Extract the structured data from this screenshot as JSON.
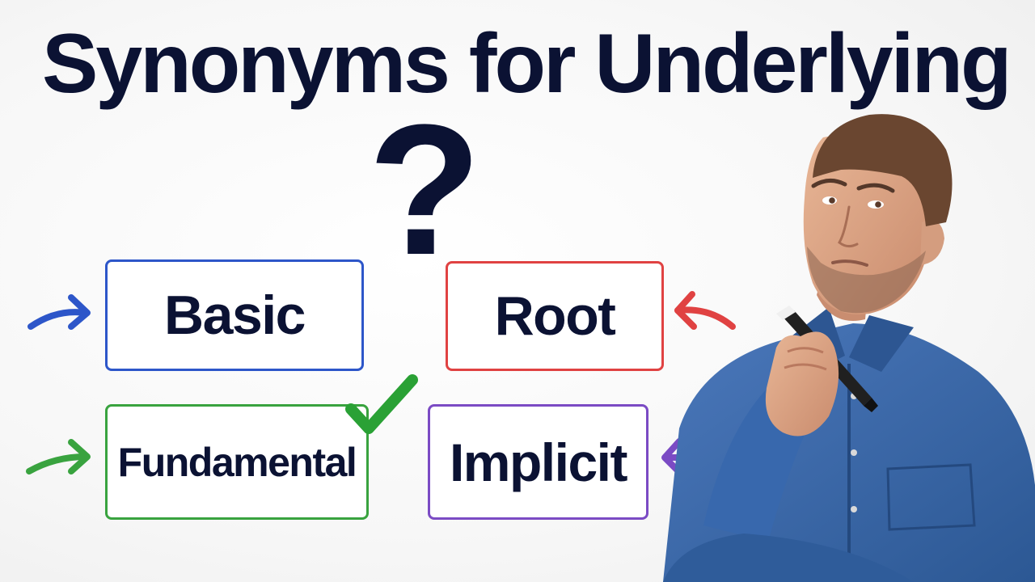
{
  "title": "Synonyms for Underlying",
  "question_mark": "?",
  "words": {
    "basic": "Basic",
    "root": "Root",
    "fundamental": "Fundamental",
    "implicit": "Implicit"
  },
  "icons": {
    "basic_arrow": "right-arrow-icon",
    "root_arrow": "left-arrow-icon",
    "fundamental_arrow": "right-arrow-icon",
    "implicit_arrow": "left-arrow-icon",
    "checkmark": "checkmark-icon",
    "person": "thinking-man-illustration"
  },
  "colors": {
    "title_text": "#0b1233",
    "basic_blue": "#2d56c9",
    "root_red": "#e04242",
    "fundamental_green": "#39a33f",
    "implicit_purple": "#7b4bc4",
    "shirt_blue": "#3563a4"
  },
  "selected_word": "Fundamental"
}
